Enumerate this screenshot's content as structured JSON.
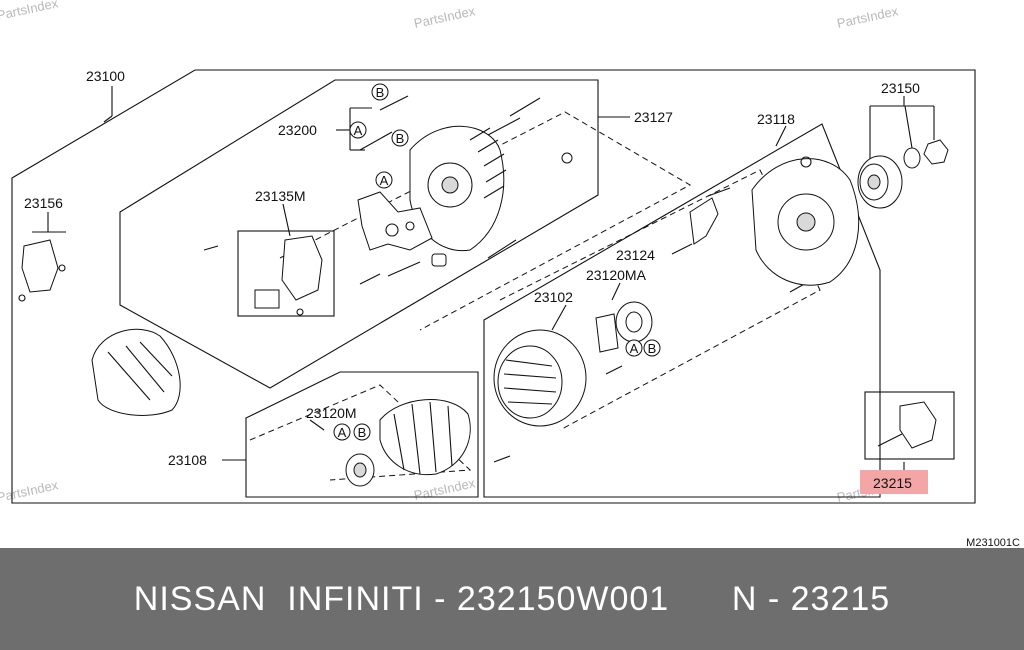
{
  "watermark": "PartsIndex",
  "diagram_code": "M231001C",
  "highlight_color": "#f4a6a6",
  "part_labels": {
    "p23100": "23100",
    "p23127": "23127",
    "p23200": "23200",
    "p23135M": "23135M",
    "p23156": "23156",
    "p23150": "23150",
    "p23118": "23118",
    "p23124": "23124",
    "p23120MA": "23120MA",
    "p23102": "23102",
    "p23120M": "23120M",
    "p23108": "23108",
    "p23215": "23215"
  },
  "refs": {
    "a": "A",
    "b": "B"
  },
  "footer": {
    "brand": "NISSAN  INFINITI - 232150W001",
    "part": "N - 23215"
  }
}
